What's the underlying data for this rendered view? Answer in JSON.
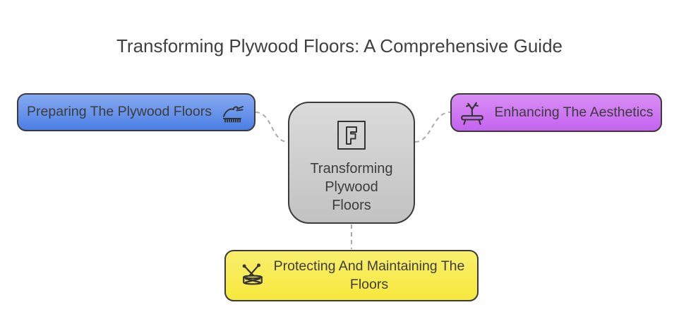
{
  "title": "Transforming Plywood Floors: A Comprehensive Guide",
  "diagram": {
    "center": {
      "label": "Transforming\nPlywood\nFloors",
      "icon": "floor-plan-icon",
      "fill_top": "#dbdbdb",
      "fill_bottom": "#c2c2c2"
    },
    "nodes": [
      {
        "id": "preparing",
        "label": "Preparing The Plywood Floors",
        "icon": "hand-sweep-icon",
        "side": "left",
        "fill_top": "#87aaf0",
        "fill_bottom": "#4b7fe5"
      },
      {
        "id": "enhancing",
        "label": "Enhancing The Aesthetics",
        "icon": "balance-beam-icon",
        "side": "right",
        "fill_top": "#d98ef4",
        "fill_bottom": "#c463f0"
      },
      {
        "id": "protecting",
        "label": "Protecting And Maintaining The\nFloors",
        "icon": "drum-icon",
        "side": "bottom",
        "fill_top": "#f9ef6e",
        "fill_bottom": "#f7e83c"
      }
    ],
    "border_color": "#3b3b3b",
    "text_color": "#3c3c3c",
    "connector_color": "#ababab",
    "background": "#ffffff"
  }
}
